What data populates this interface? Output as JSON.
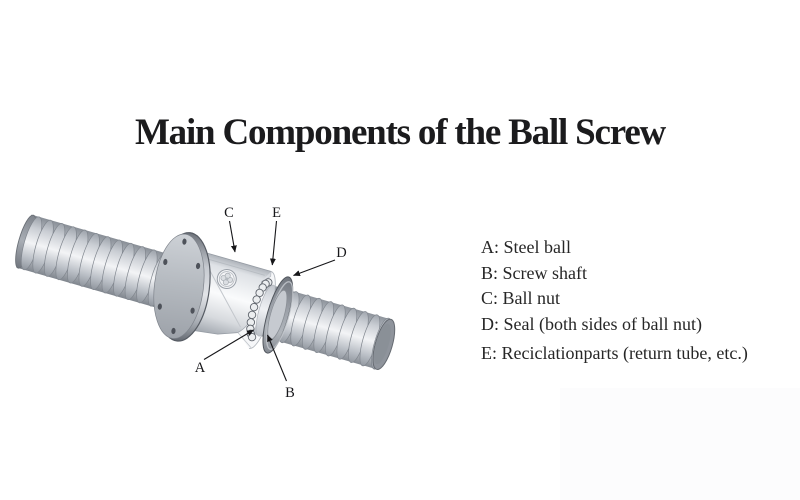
{
  "page": {
    "background_color": "#ffffff"
  },
  "title": "Main Components of the Ball Screw",
  "title_color": "#1b1b1d",
  "diagram": {
    "name": "ball-screw-3d-illustration",
    "callouts": [
      {
        "letter": "C"
      },
      {
        "letter": "E"
      },
      {
        "letter": "D"
      },
      {
        "letter": "A"
      },
      {
        "letter": "B"
      }
    ],
    "metal_colors": {
      "highlight": "#f3f4f6",
      "mid": "#c9cdd3",
      "dark": "#7e848c",
      "seal_dark": "#6f747c"
    }
  },
  "legend": {
    "items": [
      {
        "text": "A: Steel ball"
      },
      {
        "text": "B: Screw shaft"
      },
      {
        "text": "C: Ball nut"
      },
      {
        "text": "D: Seal (both sides of ball nut)"
      },
      {
        "text": "E: Reciclationparts (return tube, etc.)"
      }
    ]
  }
}
